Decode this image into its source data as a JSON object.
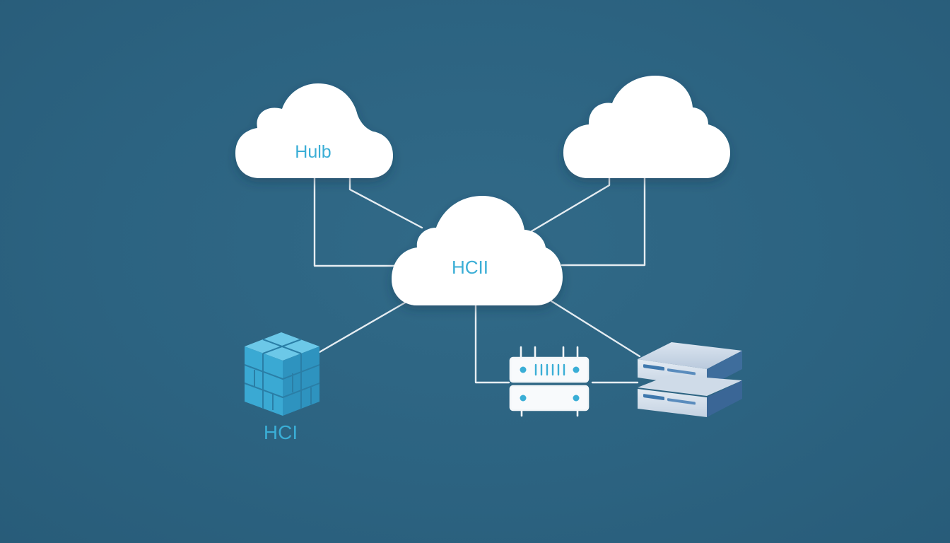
{
  "diagram": {
    "nodes": {
      "hub_cloud": {
        "label": "Hulb",
        "kind": "cloud"
      },
      "right_cloud": {
        "label": "",
        "kind": "cloud"
      },
      "center_cloud": {
        "label": "HCII",
        "kind": "cloud"
      },
      "hci_cube": {
        "label": "HCI",
        "kind": "cube-storage"
      },
      "router": {
        "label": "",
        "kind": "network-router"
      },
      "server_stack": {
        "label": "",
        "kind": "server-stack"
      }
    },
    "edges": [
      {
        "from": "hub_cloud",
        "to": "center_cloud"
      },
      {
        "from": "hub_cloud",
        "to": "center_cloud"
      },
      {
        "from": "right_cloud",
        "to": "center_cloud"
      },
      {
        "from": "right_cloud",
        "to": "center_cloud"
      },
      {
        "from": "center_cloud",
        "to": "hci_cube"
      },
      {
        "from": "center_cloud",
        "to": "router"
      },
      {
        "from": "center_cloud",
        "to": "server_stack"
      },
      {
        "from": "router",
        "to": "server_stack"
      }
    ],
    "colors": {
      "background": "#2d6482",
      "cloud_fill": "#ffffff",
      "connector": "#e8eef2",
      "label_accent": "#3aaed6",
      "cube_fill": "#46b3d9",
      "server_body": "#c9d6e6",
      "server_front": "#3e6d9c"
    }
  }
}
